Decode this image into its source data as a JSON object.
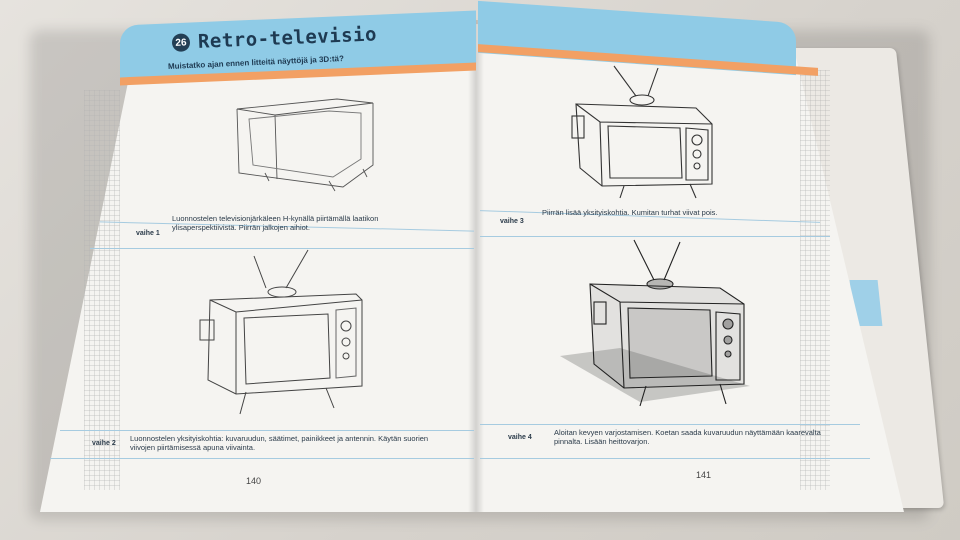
{
  "book": {
    "title": "Retro-televisio",
    "chapter_number": "26",
    "subtitle": "Muistatko ajan ennen litteitä näyttöjä ja 3D:tä?",
    "colors": {
      "header_blue": "#8fcbe6",
      "header_orange": "#f2a064",
      "title_navy": "#1e3a52"
    }
  },
  "left_page": {
    "page_number": "140",
    "steps": [
      {
        "label": "vaihe 1",
        "text": "Luonnostelen televisionjärkäleen H-kynällä piirtämällä laatikon ylisaperspektiivistä. Piirrän jalkojen aihiot."
      },
      {
        "label": "vaihe 2",
        "text": "Luonnostelen yksityiskohtia: kuvaruudun, säätimet, painikkeet ja antennin. Käytän suorien viivojen piirtämisessä apuna viivainta."
      }
    ]
  },
  "right_page": {
    "page_number": "141",
    "steps": [
      {
        "label": "vaihe 3",
        "text": "Piirrän lisää yksityiskohtia. Kumitan turhat viivat pois."
      },
      {
        "label": "vaihe 4",
        "text": "Aloitan kevyen varjostamisen. Koetan saada kuvaruudun näyttämään kaarevalta pinnalta. Lisään heittovarjon."
      }
    ]
  }
}
